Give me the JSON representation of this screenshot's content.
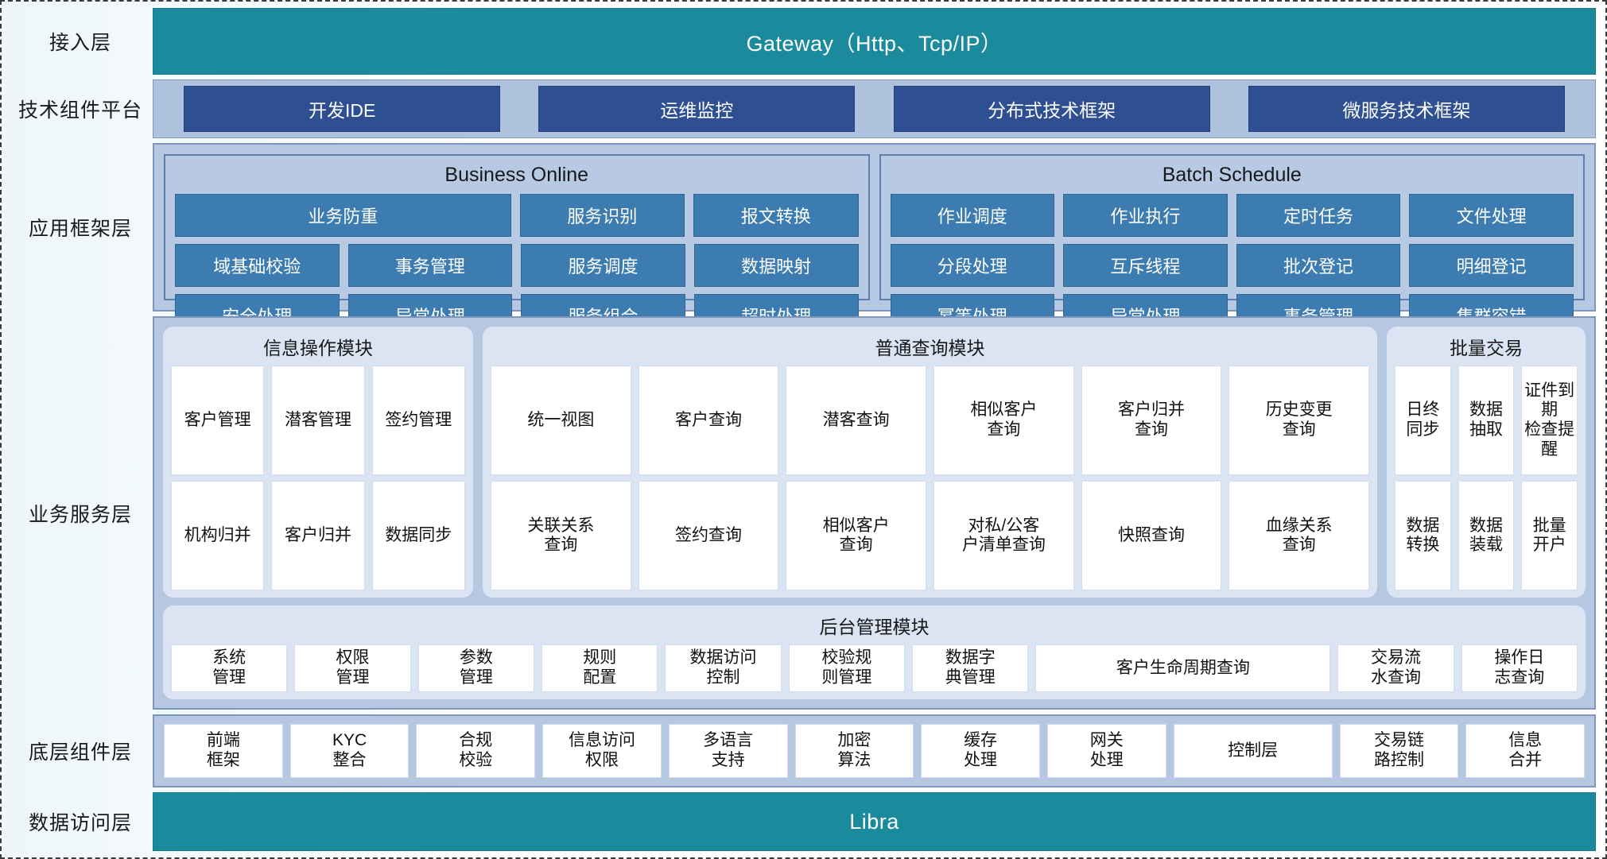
{
  "layers": [
    {
      "label": "接入层"
    },
    {
      "label": "技术组件平台"
    },
    {
      "label": "应用框架层"
    },
    {
      "label": "业务服务层"
    },
    {
      "label": "底层组件层"
    },
    {
      "label": "数据访问层"
    }
  ],
  "access": {
    "title": "Gateway（Http、Tcp/IP）"
  },
  "tech": {
    "chips": [
      "开发IDE",
      "运维监控",
      "分布式技术框架",
      "微服务技术框架"
    ]
  },
  "app": {
    "groups": [
      {
        "title": "Business Online",
        "rows": [
          [
            {
              "label": "业务防重",
              "span": 2
            },
            {
              "label": "服务识别",
              "span": 1
            },
            {
              "label": "报文转换",
              "span": 1
            }
          ],
          [
            {
              "label": "域基础校验",
              "span": 1
            },
            {
              "label": "事务管理",
              "span": 1
            },
            {
              "label": "服务调度",
              "span": 1
            },
            {
              "label": "数据映射",
              "span": 1
            }
          ],
          [
            {
              "label": "安全处理",
              "span": 1
            },
            {
              "label": "异常处理",
              "span": 1
            },
            {
              "label": "服务组合",
              "span": 1
            },
            {
              "label": "超时处理",
              "span": 1
            }
          ]
        ]
      },
      {
        "title": "Batch Schedule",
        "rows": [
          [
            {
              "label": "作业调度",
              "span": 1
            },
            {
              "label": "作业执行",
              "span": 1
            },
            {
              "label": "定时任务",
              "span": 1
            },
            {
              "label": "文件处理",
              "span": 1
            }
          ],
          [
            {
              "label": "分段处理",
              "span": 1
            },
            {
              "label": "互斥线程",
              "span": 1
            },
            {
              "label": "批次登记",
              "span": 1
            },
            {
              "label": "明细登记",
              "span": 1
            }
          ],
          [
            {
              "label": "幂等处理",
              "span": 1
            },
            {
              "label": "异常处理",
              "span": 1
            },
            {
              "label": "事务管理",
              "span": 1
            },
            {
              "label": "集群容错",
              "span": 1
            }
          ]
        ]
      }
    ]
  },
  "biz": {
    "info_module": {
      "title": "信息操作模块",
      "rows": [
        [
          "客户管理",
          "潜客管理",
          "签约管理"
        ],
        [
          "机构归并",
          "客户归并",
          "数据同步"
        ]
      ]
    },
    "query_module": {
      "title": "普通查询模块",
      "rows": [
        [
          "统一视图",
          "客户查询",
          "潜客查询",
          "相似客户\n查询",
          "客户归并\n查询",
          "历史变更\n查询"
        ],
        [
          "关联关系\n查询",
          "签约查询",
          "相似客户\n查询",
          "对私/公客\n户清单查询",
          "快照查询",
          "血缘关系\n查询"
        ]
      ]
    },
    "batch_module": {
      "title": "批量交易",
      "rows": [
        [
          "日终\n同步",
          "数据\n抽取",
          "证件到期\n检查提醒"
        ],
        [
          "数据\n转换",
          "数据\n装载",
          "批量\n开户"
        ]
      ]
    },
    "admin_module": {
      "title": "后台管理模块",
      "row": [
        {
          "label": "系统\n管理",
          "wide": false
        },
        {
          "label": "权限\n管理",
          "wide": false
        },
        {
          "label": "参数\n管理",
          "wide": false
        },
        {
          "label": "规则\n配置",
          "wide": false
        },
        {
          "label": "数据访问\n控制",
          "wide": false
        },
        {
          "label": "校验规\n则管理",
          "wide": false
        },
        {
          "label": "数据字\n典管理",
          "wide": false
        },
        {
          "label": "客户生命周期查询",
          "wide": true
        },
        {
          "label": "交易流\n水查询",
          "wide": false
        },
        {
          "label": "操作日\n志查询",
          "wide": false
        }
      ]
    }
  },
  "components": [
    {
      "label": "前端\n框架",
      "wide": false
    },
    {
      "label": "KYC\n整合",
      "wide": false
    },
    {
      "label": "合规\n校验",
      "wide": false
    },
    {
      "label": "信息访问\n权限",
      "wide": false
    },
    {
      "label": "多语言\n支持",
      "wide": false
    },
    {
      "label": "加密\n算法",
      "wide": false
    },
    {
      "label": "缓存\n处理",
      "wide": false
    },
    {
      "label": "网关\n处理",
      "wide": false
    },
    {
      "label": "控制层",
      "wide": true
    },
    {
      "label": "交易链\n路控制",
      "wide": false
    },
    {
      "label": "信息\n合并",
      "wide": false
    }
  ],
  "data_access": {
    "title": "Libra"
  }
}
